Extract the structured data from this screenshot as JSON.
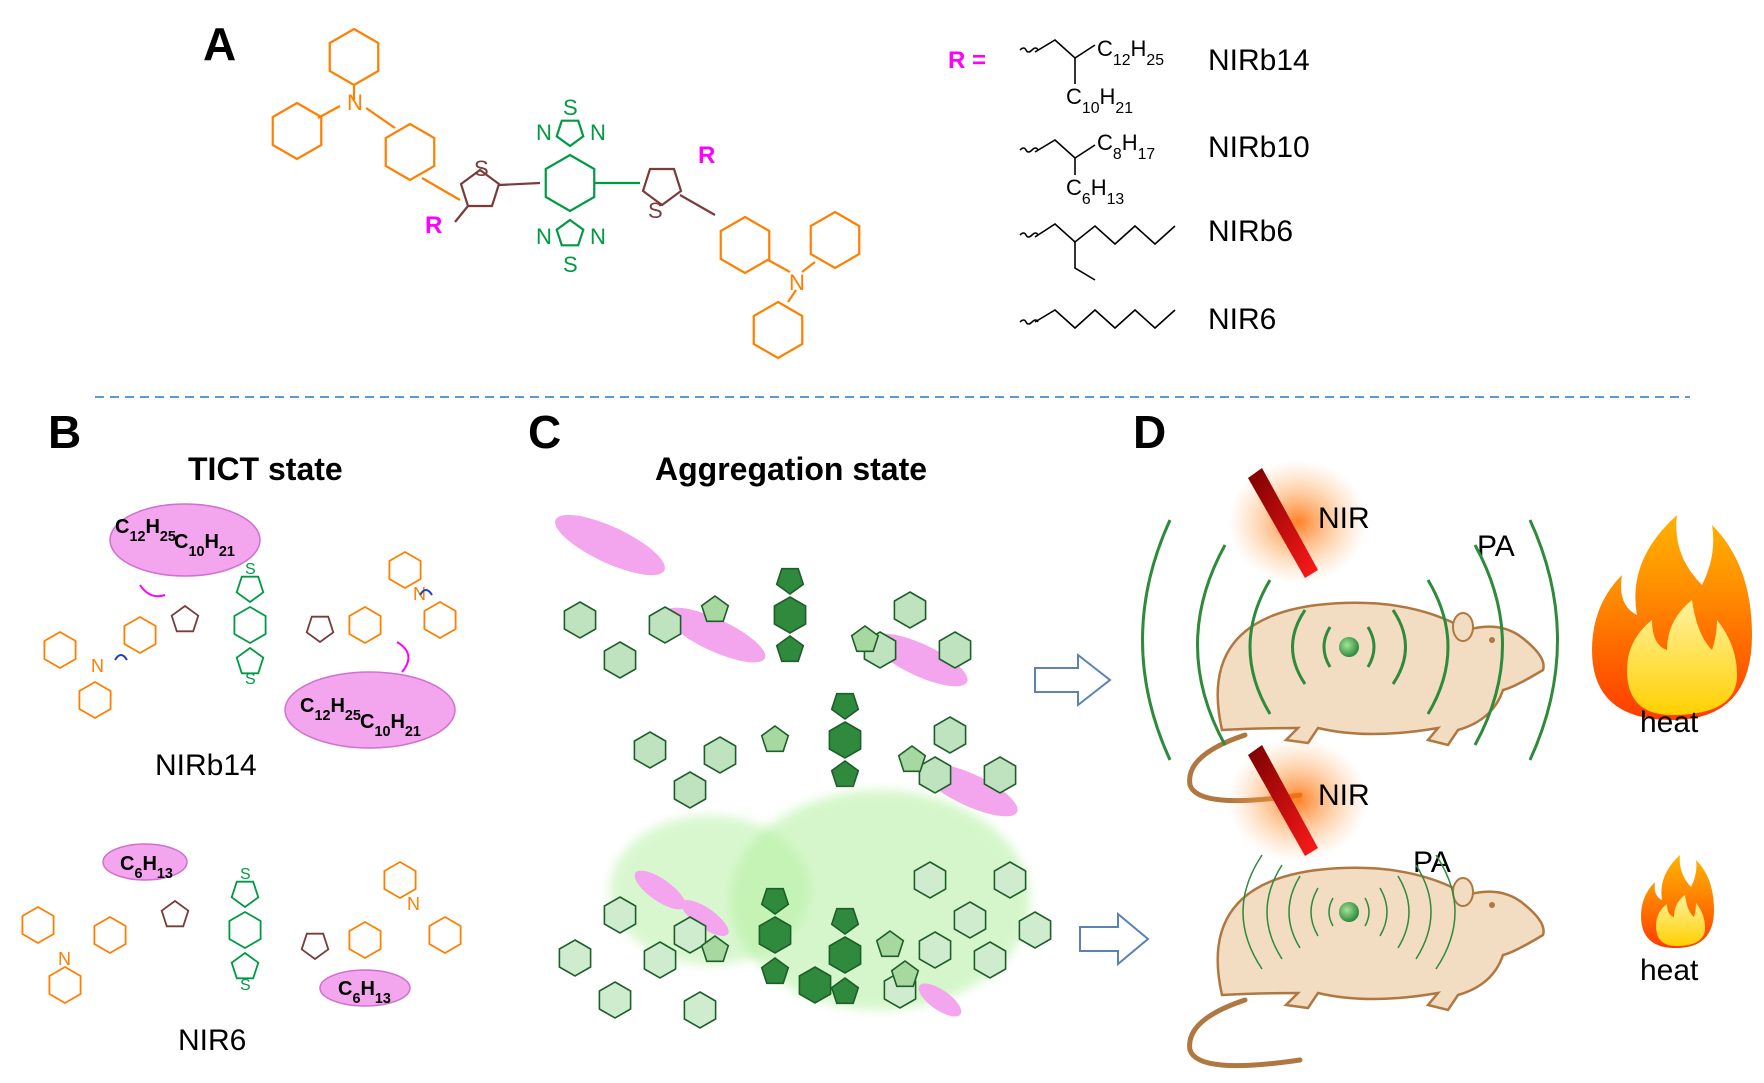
{
  "panels": {
    "a": "A",
    "b": "B",
    "c": "C",
    "d": "D"
  },
  "panel_a": {
    "atoms": {
      "N": "N",
      "S": "S",
      "R": "R"
    },
    "r_eq": "R =",
    "chain_labels": {
      "c12h25": "C12H25",
      "c10h21": "C10H21",
      "c8h17": "C8H17",
      "c6h13": "C6H13"
    },
    "compounds": [
      "NIRb14",
      "NIRb10",
      "NIRb6",
      "NIR6"
    ]
  },
  "panel_b": {
    "title": "TICT state",
    "top_label": "NIRb14",
    "bottom_label": "NIR6"
  },
  "panel_c": {
    "title": "Aggregation state"
  },
  "panel_d": {
    "nir": "NIR",
    "pa": "PA",
    "heat": "heat"
  },
  "colors": {
    "triphenylamine": "#ff7f00",
    "core": "#009a44",
    "thiophene": "#7b3b3b",
    "r_group": "#ff00ff",
    "alkyl_ellipse": "#f3a6ee",
    "divider": "#5b9bd5",
    "wave": "#2e8b3a",
    "laser": "#d40000",
    "mouse_fill": "#f2dcc2",
    "mouse_stroke": "#b07840"
  },
  "icons": [
    "laser-beam-icon",
    "mouse-icon",
    "flame-icon",
    "arrow-right-icon"
  ]
}
